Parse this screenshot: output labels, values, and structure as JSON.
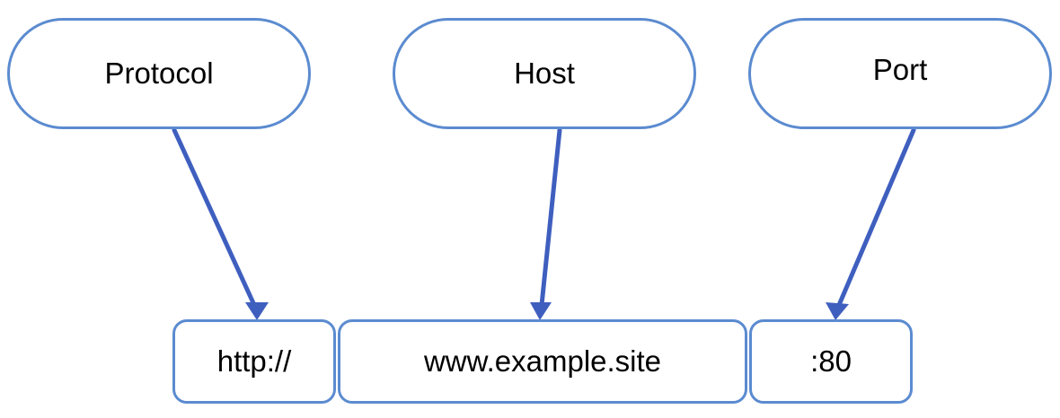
{
  "concepts": {
    "protocol": "Protocol",
    "host": "Host",
    "port": "Port"
  },
  "url_parts": {
    "protocol": "http://",
    "host": "www.example.site",
    "port": ":80"
  },
  "colors": {
    "shape_border": "#5b8bd0",
    "arrow": "#3f5fbf"
  }
}
